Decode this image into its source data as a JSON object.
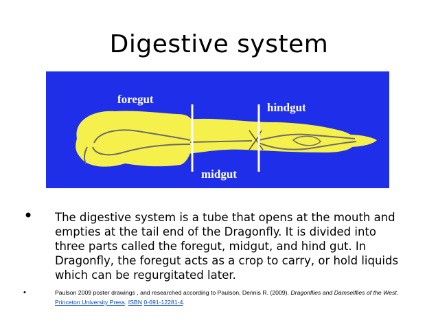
{
  "slide": {
    "title": "Digestive  system"
  },
  "diagram": {
    "labels": {
      "foregut": "foregut",
      "midgut": "midgut",
      "hindgut": "hindgut"
    },
    "colors": {
      "background": "#1f2ee8",
      "body": "#f5f04c",
      "gut_outline": "#6b6b6b",
      "divider": "#ffffff"
    }
  },
  "bullets": {
    "marker": "•",
    "main_text": "The digestive system is a tube that opens at the mouth and empties at the tail end of the Dragonfly. It is divided into three parts called the foregut, midgut, and hind gut. In Dragonfly, the foregut acts as a crop to carry, or hold liquids which can be regurgitated later.",
    "reference": {
      "prefix": "Paulson 2009 poster drawings , and researched according to Paulson, Dennis R. (2009). ",
      "book_title": "Dragonflies and Damselflies of the West",
      "sep1": ". ",
      "publisher": "Princeton University Press",
      "sep2": ". ",
      "isbn_label": "ISBN",
      "sep3": " ",
      "isbn": "0-691-12281-4",
      "end": "."
    }
  }
}
